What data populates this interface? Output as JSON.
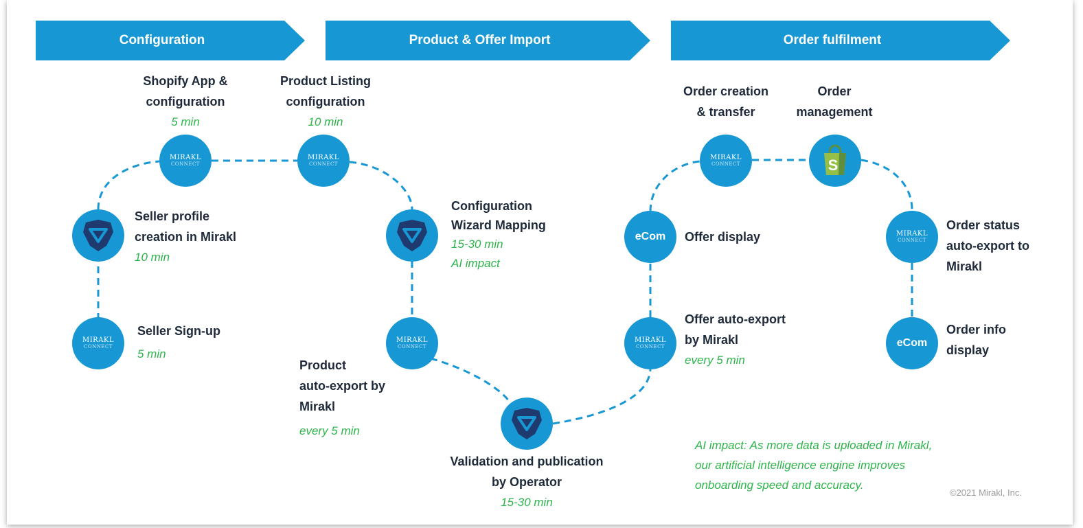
{
  "phases": [
    "Configuration",
    "Product & Offer Import",
    "Order fulfilment"
  ],
  "nodes": {
    "shopify_app_config": {
      "lines": [
        "Shopify App &",
        "configuration"
      ],
      "time": "5 min",
      "icon": "mirakl-connect-icon"
    },
    "product_listing_config": {
      "lines": [
        "Product Listing",
        "configuration"
      ],
      "time": "10 min",
      "icon": "mirakl-connect-icon"
    },
    "seller_profile": {
      "lines": [
        "Seller profile",
        "creation in Mirakl"
      ],
      "time": "10 min",
      "icon": "mirakl-shield-icon"
    },
    "seller_signup": {
      "lines": [
        "Seller Sign-up"
      ],
      "time": "5 min",
      "icon": "mirakl-connect-icon"
    },
    "config_wizard": {
      "lines": [
        "Configuration",
        "Wizard Mapping"
      ],
      "time": "15-30 min",
      "time2": "AI impact",
      "icon": "mirakl-shield-icon"
    },
    "product_auto_export": {
      "lines": [
        "Product",
        "auto-export by",
        "Mirakl"
      ],
      "time": "every 5 min",
      "icon": "mirakl-connect-icon"
    },
    "validation": {
      "lines": [
        "Validation and publication",
        "by Operator"
      ],
      "time": "15-30 min",
      "icon": "mirakl-shield-icon"
    },
    "offer_auto_export": {
      "lines": [
        "Offer auto-export",
        "by Mirakl"
      ],
      "time": "every 5 min",
      "icon": "mirakl-connect-icon"
    },
    "offer_display": {
      "lines": [
        "Offer display"
      ],
      "icon": "ecom-icon"
    },
    "order_creation": {
      "lines": [
        "Order creation",
        "& transfer"
      ],
      "icon": "mirakl-connect-icon"
    },
    "order_management": {
      "lines": [
        "Order",
        "management"
      ],
      "icon": "shopify-bag-icon"
    },
    "order_status": {
      "lines": [
        "Order status",
        "auto-export to",
        "Mirakl"
      ],
      "icon": "mirakl-connect-icon"
    },
    "order_info": {
      "lines": [
        "Order info",
        "display"
      ],
      "icon": "ecom-icon"
    }
  },
  "icon_text": {
    "mirakl": "MIRAKL",
    "connect": "CONNECT",
    "ecom": "eCom"
  },
  "ai_note": "AI impact: As more data is uploaded in Mirakl, our artificial intelligence engine improves onboarding speed and accuracy.",
  "copyright": "©2021 Mirakl, Inc.",
  "colors": {
    "brand_blue": "#1797d4",
    "dark_navy": "#1e3a6e",
    "green": "#2db44b",
    "text": "#1e2a3a",
    "shopify_green": "#95bf47"
  }
}
